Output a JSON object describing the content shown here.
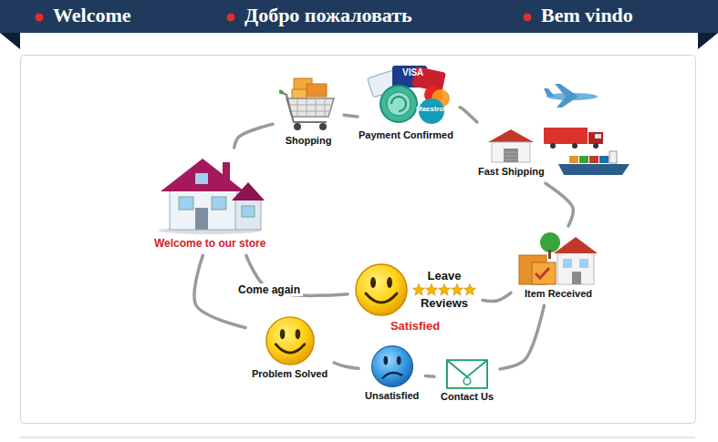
{
  "diagram": {
    "nodes": [
      {
        "text": [
          "Welcome to our store"
        ]
      },
      {
        "text": [
          "Shopping"
        ]
      },
      {
        "text": [
          "Payment Confirmed"
        ]
      },
      {
        "text": [
          "Fast Shipping"
        ]
      },
      {
        "text": [
          "Item Received"
        ]
      },
      {
        "text": [
          "Leave",
          "Reviews",
          "Satisfied"
        ]
      },
      {
        "text": [
          "Unsatisfied"
        ]
      },
      {
        "text": [
          "Contact Us"
        ]
      },
      {
        "text": [
          "Problem Solved"
        ]
      }
    ],
    "edges": [
      {
        "from": 0,
        "to": 1,
        "arrow": "none"
      },
      {
        "from": 1,
        "to": 2,
        "arrow": "none"
      },
      {
        "from": 2,
        "to": 3,
        "arrow": "none"
      },
      {
        "from": 3,
        "to": 4,
        "arrow": "none"
      },
      {
        "from": 4,
        "to": 5,
        "arrow": "none"
      },
      {
        "from": 5,
        "to": 0,
        "label": "Come again",
        "arrow": "none"
      },
      {
        "from": 4,
        "to": 7,
        "arrow": "none"
      },
      {
        "from": 7,
        "to": 6,
        "arrow": "none"
      },
      {
        "from": 6,
        "to": 8,
        "arrow": "none"
      },
      {
        "from": 8,
        "to": 0,
        "arrow": "none"
      }
    ],
    "labels": [
      "Welcome",
      "Добро пожаловать",
      "Bem vindo",
      "VISA",
      "Maestro"
    ]
  }
}
